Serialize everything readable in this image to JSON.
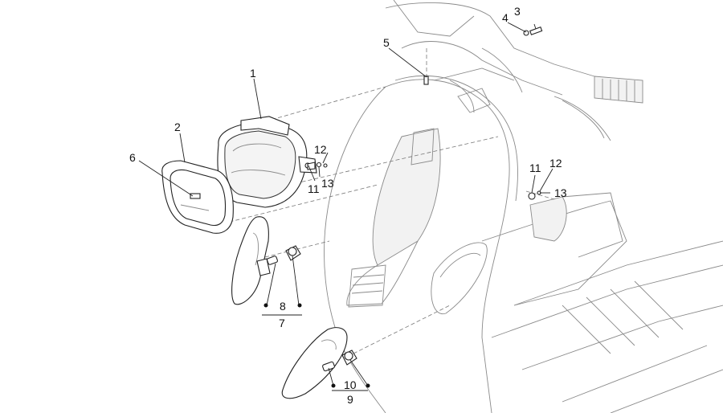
{
  "diagram": {
    "callouts": {
      "c1": "1",
      "c2": "2",
      "c3": "3",
      "c4": "4",
      "c5": "5",
      "c6": "6",
      "c7": "7",
      "c8": "8",
      "c9": "9",
      "c10": "10",
      "c11a": "11",
      "c12a": "12",
      "c13a": "13",
      "c11b": "11",
      "c12b": "12",
      "c13b": "13"
    }
  }
}
